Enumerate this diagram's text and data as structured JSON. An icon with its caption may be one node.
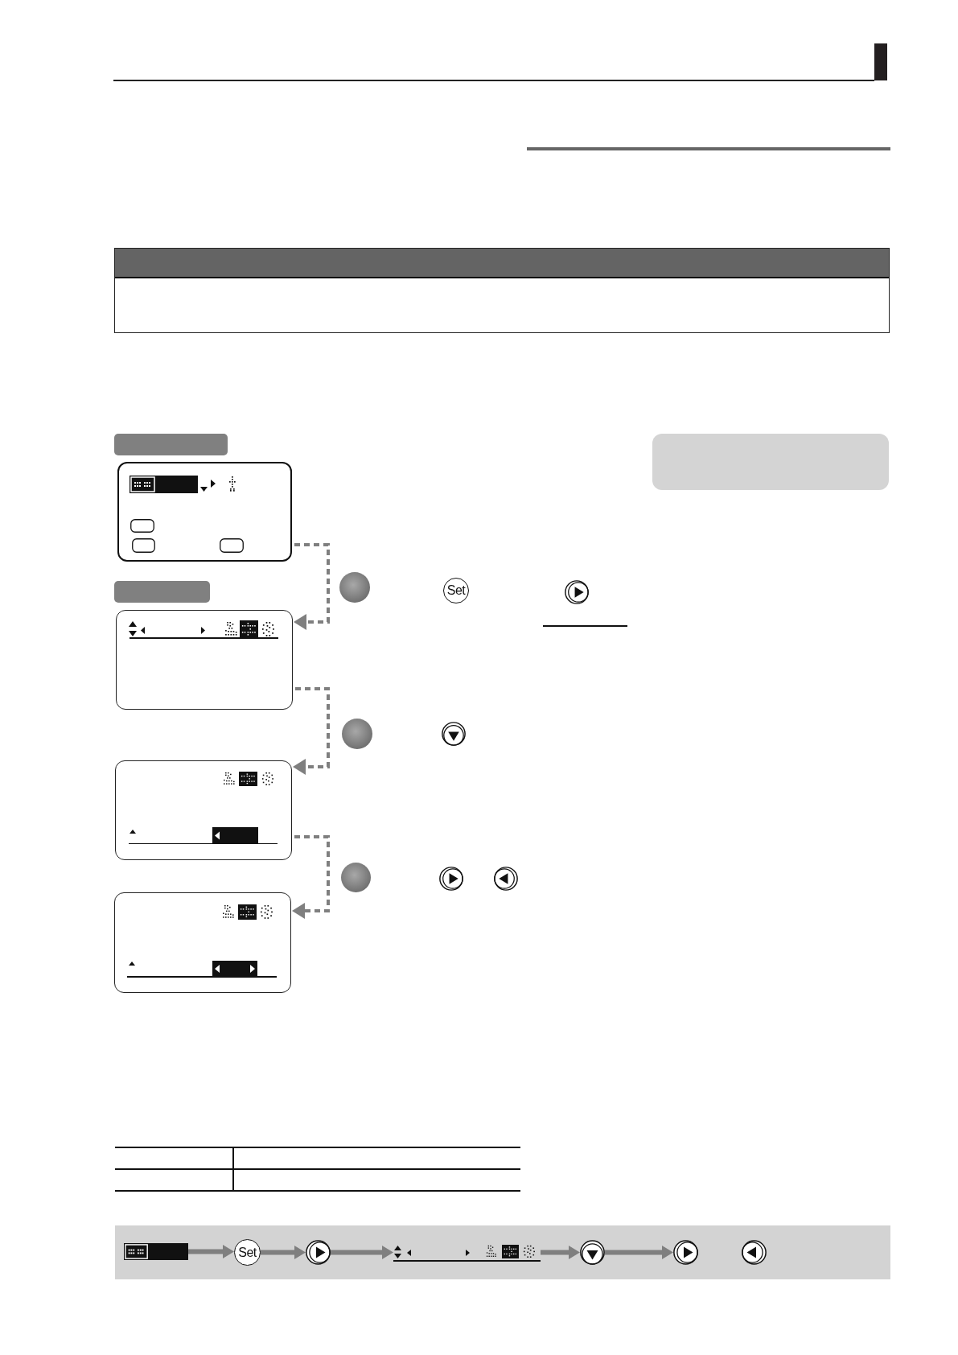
{
  "diagram": {
    "nodes": [
      {
        "text": [],
        "shape": "bar"
      },
      {
        "text": [],
        "shape": "box"
      },
      {
        "text": [],
        "shape": "bar"
      },
      {
        "text": [],
        "shape": "box"
      },
      {
        "text": [],
        "shape": "box"
      },
      {
        "text": [],
        "shape": "box"
      },
      {
        "text": [],
        "shape": "picture"
      },
      {
        "text": [
          "Set"
        ]
      },
      {
        "text": [],
        "shape": "circle"
      },
      {
        "text": [],
        "shape": "picture"
      },
      {
        "text": [],
        "shape": "circle"
      },
      {
        "text": [],
        "shape": "circle"
      },
      {
        "text": [],
        "shape": "circle"
      }
    ],
    "edges": [
      {
        "from": 1,
        "to": 3,
        "arrow": "to",
        "style": "dashed"
      },
      {
        "from": 3,
        "to": 4,
        "arrow": "to",
        "style": "dashed"
      },
      {
        "from": 4,
        "to": 5,
        "arrow": "to",
        "style": "dashed"
      },
      {
        "from": 6,
        "to": 7,
        "arrow": "to"
      },
      {
        "from": 7,
        "to": 8,
        "arrow": "to"
      },
      {
        "from": 8,
        "to": 9,
        "arrow": "to"
      },
      {
        "from": 9,
        "to": 10,
        "arrow": "to"
      },
      {
        "from": 10,
        "to": 11,
        "arrow": "to"
      }
    ],
    "labels": [
      "Set"
    ]
  }
}
